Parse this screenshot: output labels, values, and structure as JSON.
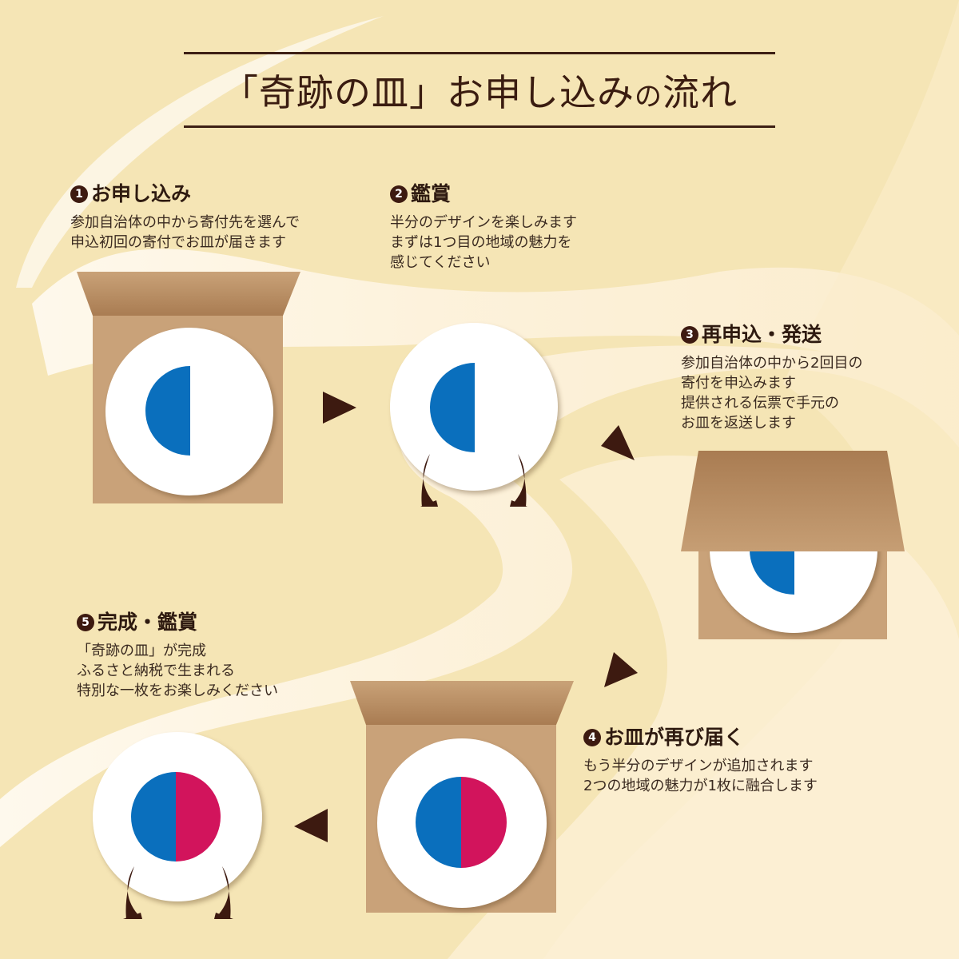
{
  "title": {
    "part1": "「奇跡の皿」お申し込み",
    "part2": "の",
    "part3": "流れ"
  },
  "colors": {
    "background": "#f5e5b5",
    "swoosh": "#fdf3df",
    "title_rule": "#3d1f14",
    "text_dark": "#2e1a10",
    "box": "#c9a279",
    "box_flap": "#a97e56",
    "plate": "#ffffff",
    "design_blue": "#0a6fbd",
    "design_pink": "#d2145c",
    "stand_arrow": "#3d1a10"
  },
  "steps": [
    {
      "number": "1",
      "heading": "お申し込み",
      "lines": [
        "参加自治体の中から寄付先を選んで",
        "申込初回の寄付でお皿が届きます"
      ],
      "illustration": "open-box-with-half-plate"
    },
    {
      "number": "2",
      "heading": "鑑賞",
      "lines": [
        "半分のデザインを楽しみます",
        "まずは1つ目の地域の魅力を",
        "感じてください"
      ],
      "illustration": "half-plate-on-stand"
    },
    {
      "number": "3",
      "heading": "再申込・発送",
      "lines": [
        "参加自治体の中から2回目の",
        "寄付を申込みます",
        "提供される伝票で手元の",
        "お皿を返送します"
      ],
      "illustration": "plate-being-boxed"
    },
    {
      "number": "4",
      "heading": "お皿が再び届く",
      "lines": [
        "もう半分のデザインが追加されます",
        "2つの地域の魅力が1枚に融合します"
      ],
      "illustration": "open-box-with-full-plate"
    },
    {
      "number": "5",
      "heading": "完成・鑑賞",
      "lines": [
        "「奇跡の皿」が完成",
        "ふるさと納税で生まれる",
        "特別な一枚をお楽しみください"
      ],
      "illustration": "full-plate-on-stand"
    }
  ],
  "arrows": [
    {
      "from": "1",
      "to": "2",
      "direction": "right"
    },
    {
      "from": "2",
      "to": "3",
      "direction": "up-left"
    },
    {
      "from": "3",
      "to": "4",
      "direction": "down-right"
    },
    {
      "from": "4",
      "to": "5",
      "direction": "left"
    }
  ]
}
